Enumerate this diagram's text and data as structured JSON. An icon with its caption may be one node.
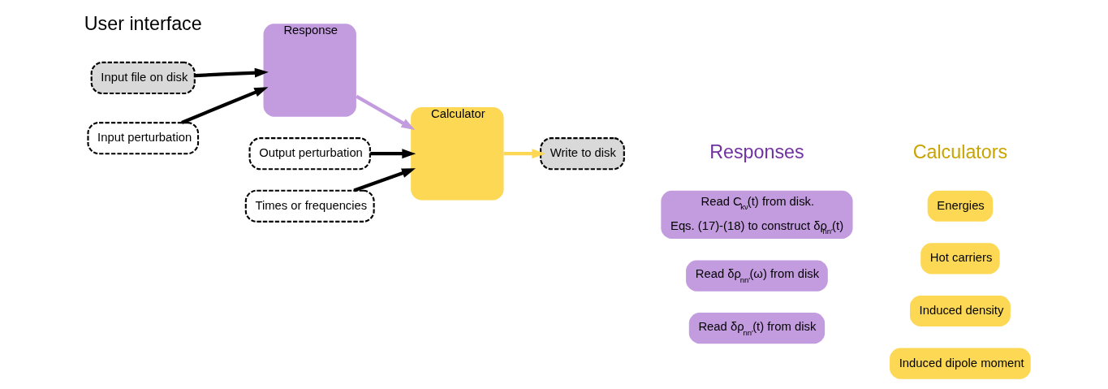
{
  "diagram": {
    "nodes": [
      {
        "text": [
          "Input file on disk"
        ]
      },
      {
        "text": [
          "Input perturbation"
        ]
      },
      {
        "text": [
          "Response"
        ]
      },
      {
        "text": [
          "Output perturbation"
        ]
      },
      {
        "text": [
          "Times or frequencies"
        ]
      },
      {
        "text": [
          "Calculator"
        ]
      },
      {
        "text": [
          "Write to disk"
        ]
      },
      {
        "text": [
          "Read C$_{kν}$(t) from disk.",
          "Eqs. (17)-(18) to construct δρ$_{nn′}$(t)"
        ]
      },
      {
        "text": [
          "Read δρ$_{nn′}$(ω) from disk"
        ]
      },
      {
        "text": [
          "Read δρ$_{nn′}$(t) from disk"
        ]
      },
      {
        "text": [
          "Energies"
        ]
      },
      {
        "text": [
          "Hot carriers"
        ]
      },
      {
        "text": [
          "Induced density"
        ]
      },
      {
        "text": [
          "Induced dipole moment"
        ]
      }
    ],
    "edges": [
      {
        "from": 0,
        "to": 2,
        "arrow": "to"
      },
      {
        "from": 1,
        "to": 2,
        "arrow": "to"
      },
      {
        "from": 2,
        "to": 5,
        "arrow": "to",
        "color": "#c39bdf"
      },
      {
        "from": 3,
        "to": 5,
        "arrow": "to"
      },
      {
        "from": 4,
        "to": 5,
        "arrow": "to"
      },
      {
        "from": 5,
        "to": 6,
        "arrow": "to",
        "color": "#fcd855"
      }
    ],
    "labels": [
      "User interface",
      "Responses",
      "Calculators"
    ]
  }
}
